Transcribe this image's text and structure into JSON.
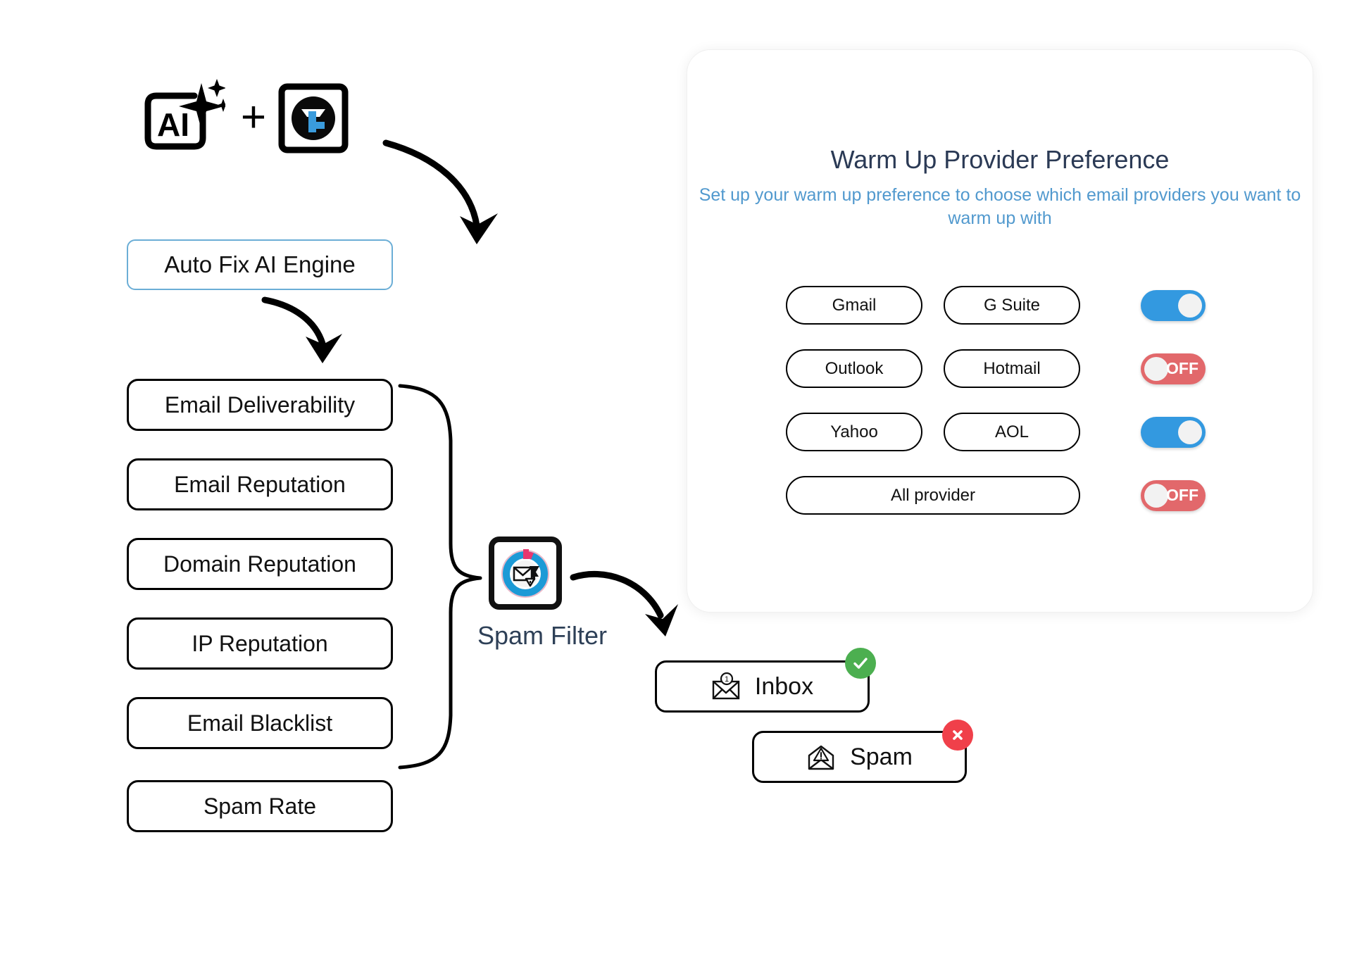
{
  "colors": {
    "accent_blue": "#3399E0",
    "off_red": "#E2686B",
    "title_navy": "#2B3A55",
    "subtitle_blue": "#5199CE",
    "autofix_border": "#6BAED6",
    "success_green": "#4CAF50",
    "error_red": "#F0404A",
    "logo_blue": "#3A9BDC"
  },
  "logo_row": {
    "ai_badge_label": "AI",
    "ai_badge_icon": "ai-sparkle-icon",
    "plus_label": "+",
    "brand_icon": "brand-e-logo-icon"
  },
  "flow": {
    "auto_fix_label": "Auto Fix AI Engine",
    "metrics": [
      {
        "label": "Email Deliverability"
      },
      {
        "label": "Email Reputation"
      },
      {
        "label": "Domain Reputation"
      },
      {
        "label": "IP Reputation"
      },
      {
        "label": "Email Blacklist"
      },
      {
        "label": "Spam Rate"
      }
    ],
    "spam_filter_label": "Spam Filter",
    "spam_filter_icon": "spam-filter-gauge-icon",
    "outcomes": [
      {
        "label": "Inbox",
        "icon": "envelope-badge-icon",
        "badge": "check-badge-icon",
        "badge_glyph": "check",
        "envelope_count": "1"
      },
      {
        "label": "Spam",
        "icon": "envelope-warning-icon",
        "badge": "cross-badge-icon",
        "badge_glyph": "cross"
      }
    ]
  },
  "provider_card": {
    "title": "Warm Up Provider Preference",
    "subtitle": "Set up your warm up preference to choose which email providers you want to warm up with",
    "rows": [
      {
        "buttons": [
          "Gmail",
          "G Suite"
        ],
        "toggle": {
          "state": "on",
          "label": ""
        }
      },
      {
        "buttons": [
          "Outlook",
          "Hotmail"
        ],
        "toggle": {
          "state": "off",
          "label": "OFF"
        }
      },
      {
        "buttons": [
          "Yahoo",
          "AOL"
        ],
        "toggle": {
          "state": "on",
          "label": ""
        }
      },
      {
        "buttons": [
          "All provider"
        ],
        "toggle": {
          "state": "off",
          "label": "OFF"
        }
      }
    ]
  }
}
